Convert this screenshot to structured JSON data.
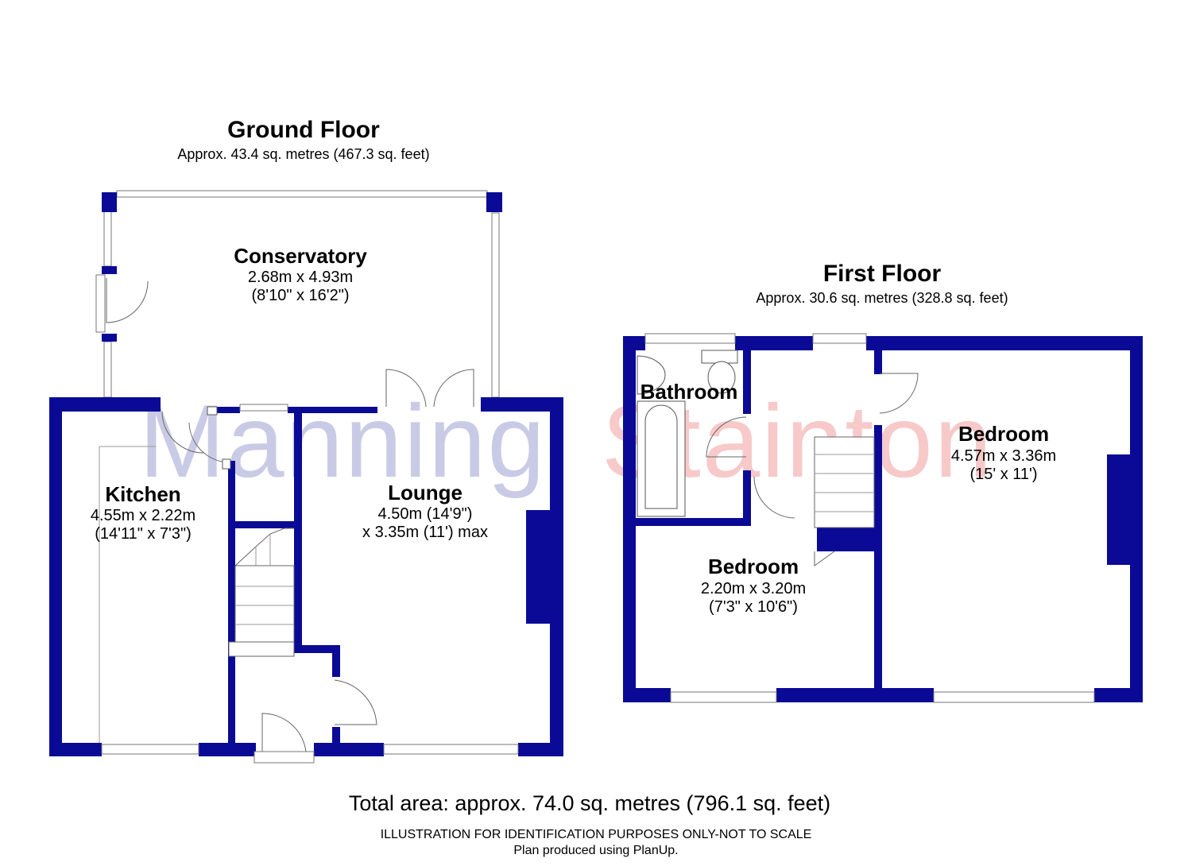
{
  "ground_floor": {
    "title": "Ground Floor",
    "area": "Approx. 43.4 sq. metres (467.3 sq. feet)",
    "rooms": [
      {
        "name": "Conservatory",
        "dim1": "2.68m x 4.93m",
        "dim2": "(8'10\" x 16'2\")"
      },
      {
        "name": "Kitchen",
        "dim1": "4.55m x 2.22m",
        "dim2": "(14'11\" x 7'3\")"
      },
      {
        "name": "Lounge",
        "dim1": "4.50m (14'9\")",
        "dim2": "x 3.35m (11') max"
      }
    ]
  },
  "first_floor": {
    "title": "First Floor",
    "area": "Approx. 30.6 sq. metres (328.8 sq. feet)",
    "rooms": [
      {
        "name": "Bathroom"
      },
      {
        "name": "Bedroom",
        "dim1": "4.57m x 3.36m",
        "dim2": "(15' x 11')"
      },
      {
        "name": "Bedroom",
        "dim1": "2.20m x 3.20m",
        "dim2": "(7'3\" x 10'6\")"
      }
    ]
  },
  "watermark": {
    "part1": "Manning",
    "part2": "Stainton",
    "color1": "#c9cbe6",
    "color2": "#f7c9c9"
  },
  "footer": {
    "total": "Total area: approx. 74.0 sq. metres (796.1 sq. feet)",
    "disclaimer": "ILLUSTRATION FOR IDENTIFICATION PURPOSES ONLY-NOT TO SCALE",
    "credit": "Plan produced using PlanUp."
  },
  "colors": {
    "wall": "#0a0a96"
  }
}
